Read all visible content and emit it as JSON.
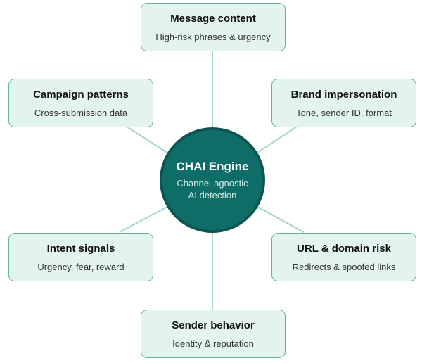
{
  "hub": {
    "title": "CHAI Engine",
    "subtitle_line1": "Channel-agnostic",
    "subtitle_line2": "AI detection"
  },
  "nodes": {
    "message_content": {
      "title": "Message content",
      "subtitle": "High-risk phrases & urgency"
    },
    "campaign_patterns": {
      "title": "Campaign patterns",
      "subtitle": "Cross-submission data"
    },
    "brand_impersonation": {
      "title": "Brand impersonation",
      "subtitle": "Tone, sender ID, format"
    },
    "intent_signals": {
      "title": "Intent signals",
      "subtitle": "Urgency, fear, reward"
    },
    "url_domain_risk": {
      "title": "URL & domain risk",
      "subtitle": "Redirects & spoofed links"
    },
    "sender_behavior": {
      "title": "Sender behavior",
      "subtitle": "Identity & reputation"
    }
  },
  "colors": {
    "hub_fill": "#0f6d68",
    "node_fill": "#e3f4ef",
    "node_border": "#5fb3a1",
    "connector": "#a9d5c8"
  }
}
